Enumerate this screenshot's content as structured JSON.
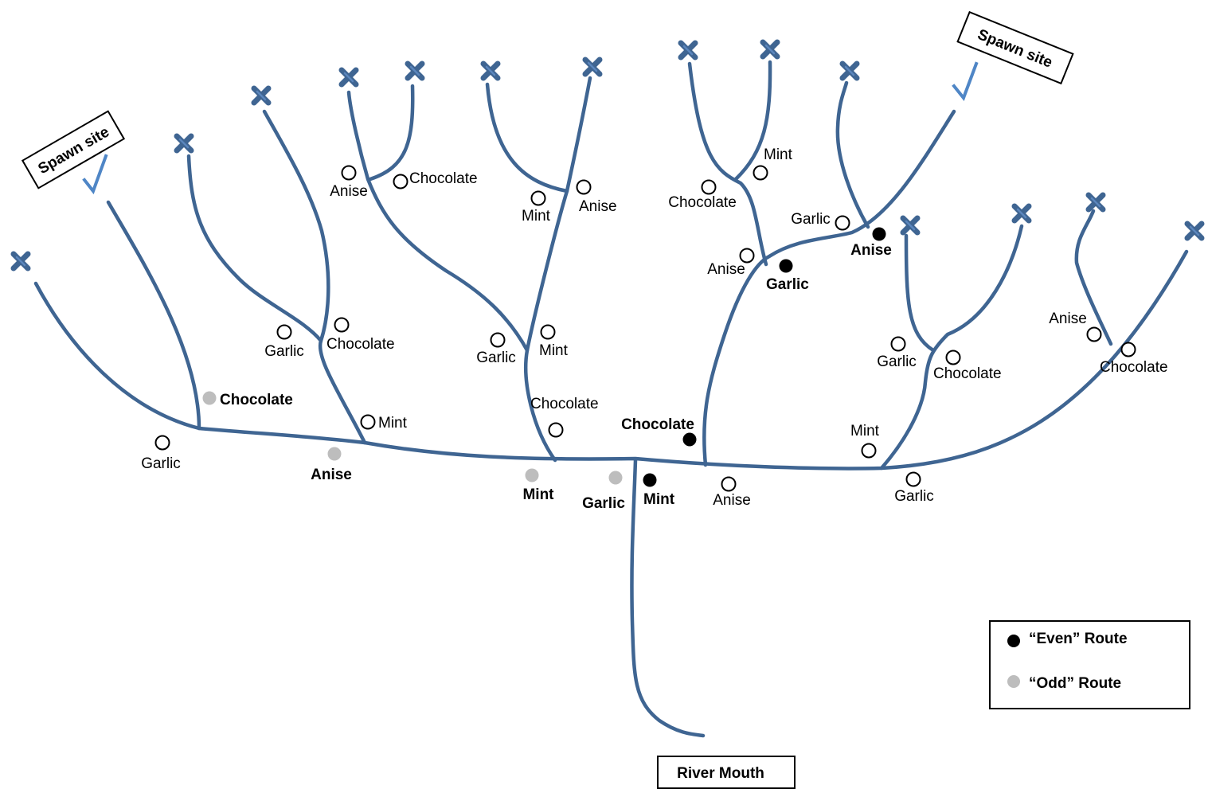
{
  "title": "",
  "labels": {
    "river_mouth": "River Mouth",
    "spawn_site": "Spawn site"
  },
  "legend": {
    "even": "“Even” Route",
    "odd": "“Odd” Route",
    "even_color": "#000000",
    "odd_color": "#bdbdbd"
  },
  "icons": {
    "dead_end": "x-mark-icon",
    "spawn": "check-mark-icon"
  },
  "markers": [
    {
      "label": "Garlic",
      "route": "none"
    },
    {
      "label": "Chocolate",
      "route": "odd"
    },
    {
      "label": "Anise",
      "route": "odd"
    },
    {
      "label": "Mint",
      "route": "none"
    },
    {
      "label": "Garlic",
      "route": "none"
    },
    {
      "label": "Chocolate",
      "route": "none"
    },
    {
      "label": "Anise",
      "route": "none"
    },
    {
      "label": "Chocolate",
      "route": "none"
    },
    {
      "label": "Mint",
      "route": "odd"
    },
    {
      "label": "Garlic",
      "route": "odd"
    },
    {
      "label": "Mint",
      "route": "even"
    },
    {
      "label": "Chocolate",
      "route": "none"
    },
    {
      "label": "Garlic",
      "route": "none"
    },
    {
      "label": "Mint",
      "route": "none"
    },
    {
      "label": "Mint",
      "route": "none"
    },
    {
      "label": "Anise",
      "route": "none"
    },
    {
      "label": "Anise",
      "route": "none"
    },
    {
      "label": "Chocolate",
      "route": "even"
    },
    {
      "label": "Anise",
      "route": "none"
    },
    {
      "label": "Garlic",
      "route": "even"
    },
    {
      "label": "Chocolate",
      "route": "none"
    },
    {
      "label": "Mint",
      "route": "none"
    },
    {
      "label": "Garlic",
      "route": "none"
    },
    {
      "label": "Anise",
      "route": "even"
    },
    {
      "label": "Mint",
      "route": "none"
    },
    {
      "label": "Garlic",
      "route": "none"
    },
    {
      "label": "Garlic",
      "route": "none"
    },
    {
      "label": "Chocolate",
      "route": "none"
    },
    {
      "label": "Anise",
      "route": "none"
    },
    {
      "label": "Chocolate",
      "route": "none"
    }
  ]
}
